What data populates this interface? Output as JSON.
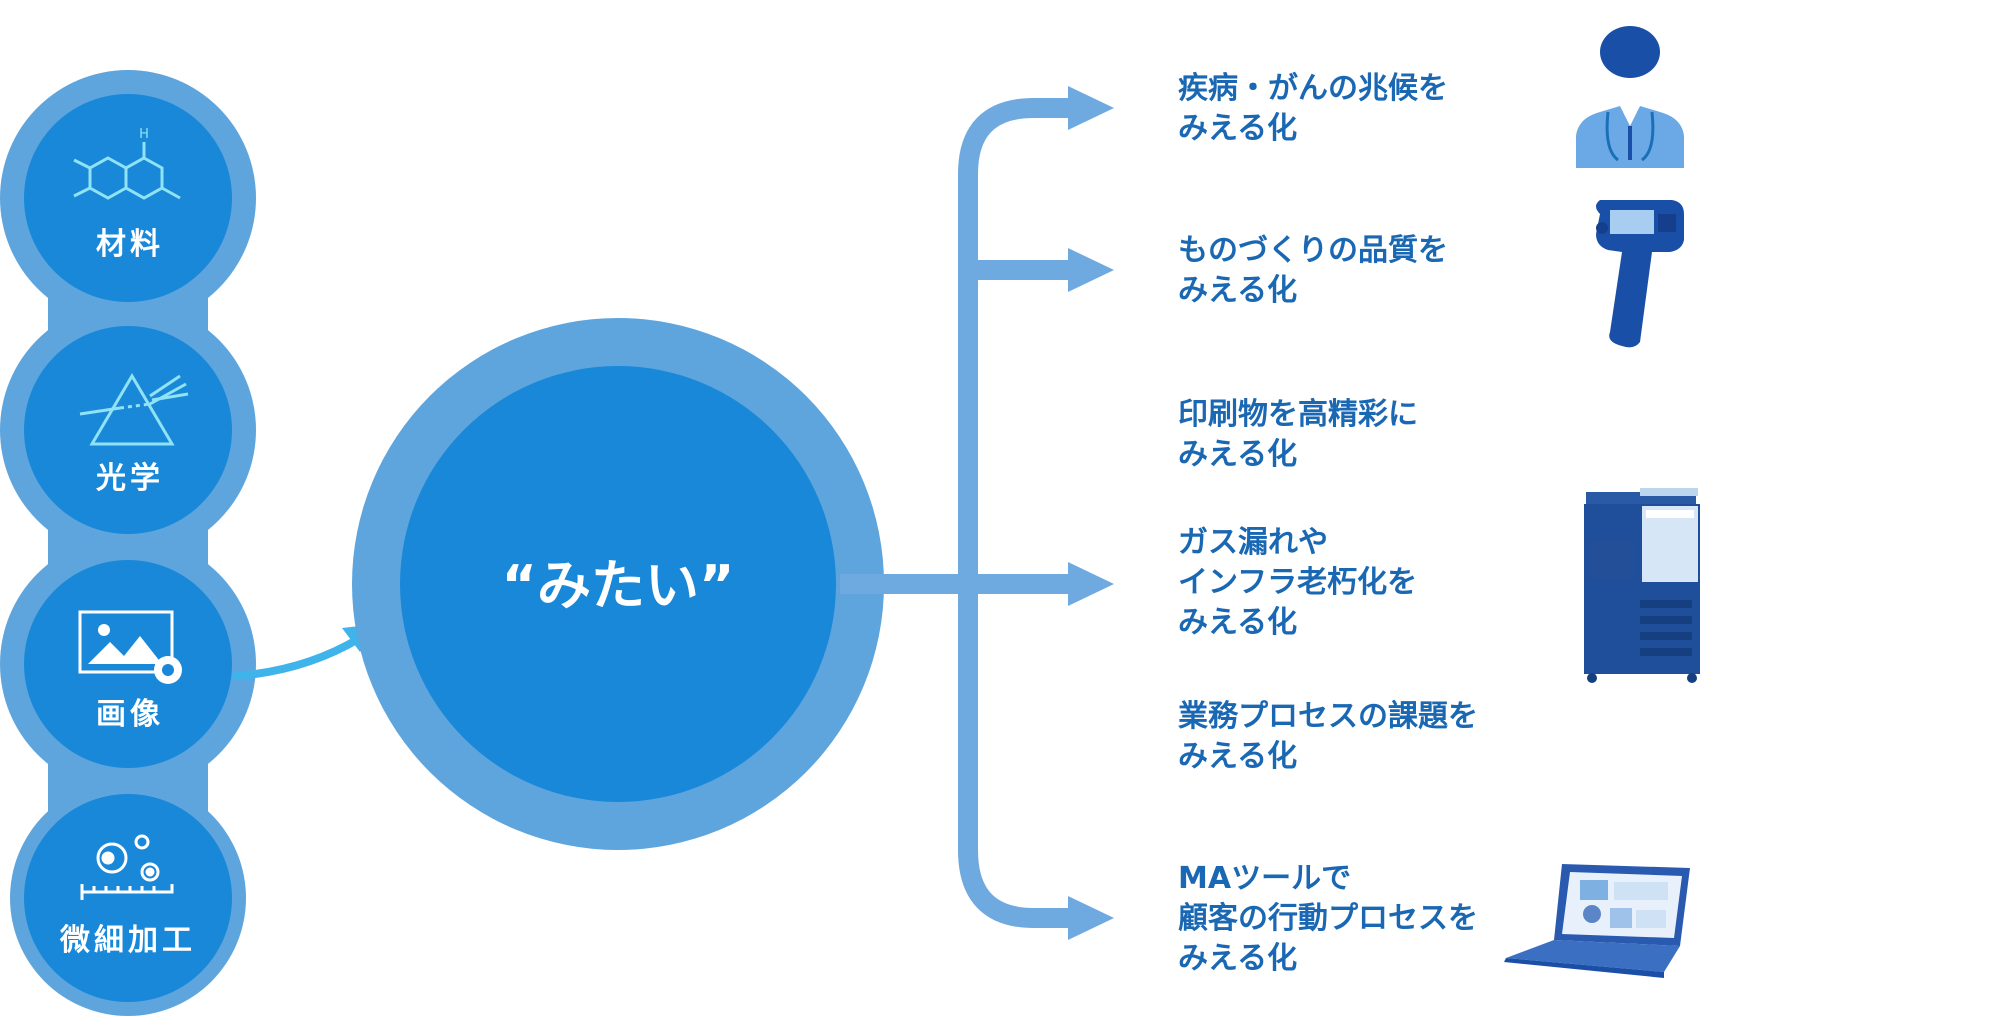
{
  "technologies": [
    {
      "label": "材料",
      "icon": "molecule-icon"
    },
    {
      "label": "光学",
      "icon": "prism-icon"
    },
    {
      "label": "画像",
      "icon": "image-settings-icon"
    },
    {
      "label": "微細加工",
      "icon": "micro-processing-icon"
    }
  ],
  "hub": {
    "label": "“みたい”"
  },
  "outcomes": [
    {
      "lines": [
        "疾病・がんの兆候を",
        "みえる化"
      ],
      "icon": "doctor-icon"
    },
    {
      "lines": [
        "ものづくりの品質を",
        "みえる化"
      ],
      "icon": "handheld-scanner-icon"
    },
    {
      "lines": [
        "印刷物を高精彩に",
        "みえる化"
      ],
      "icon": "multifunction-printer-icon"
    },
    {
      "lines": [
        "ガス漏れや",
        "インフラ老朽化を",
        "みえる化"
      ]
    },
    {
      "lines": [
        "業務プロセスの課題を",
        "みえる化"
      ]
    },
    {
      "lines": [
        "MAツールで",
        "顧客の行動プロセスを",
        "みえる化"
      ],
      "icon": "laptop-dashboard-icon"
    }
  ],
  "colors": {
    "outer": "#5ea5de",
    "inner": "#1a88d9",
    "arrow": "#6ea9e0",
    "accent_arrow": "#3fb4ea",
    "text": "#1a68b3",
    "icon_line": "#8fe3f5"
  }
}
